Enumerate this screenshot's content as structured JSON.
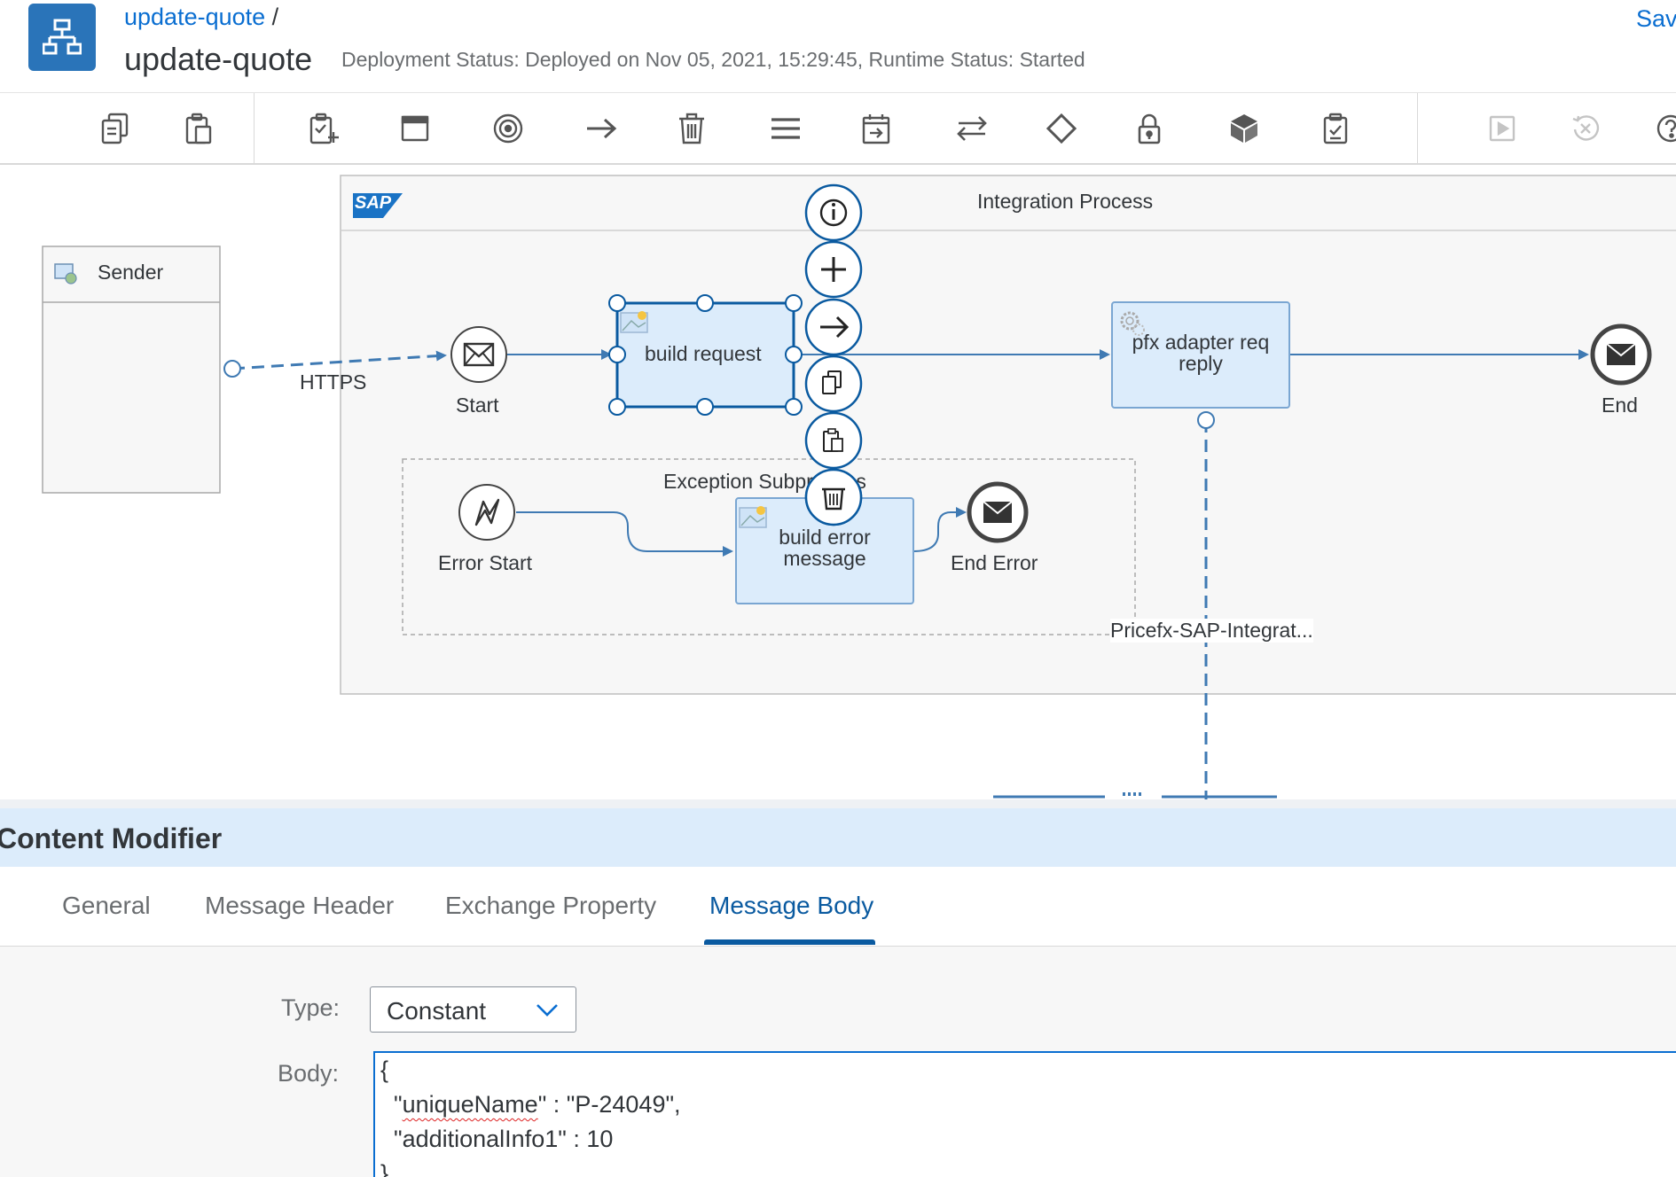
{
  "header": {
    "breadcrumb_link": "update-quote",
    "breadcrumb_sep": " /",
    "title": "update-quote",
    "deployment_status": "Deployment Status: Deployed on Nov 05, 2021, 15:29:45, Runtime Status: Started",
    "save_label": "Sav"
  },
  "toolbar": {
    "icons": [
      "copy-icon",
      "paste-icon",
      "add-task-icon",
      "window-icon",
      "target-icon",
      "arrow-right-icon",
      "delete-icon",
      "menu-icon",
      "calendar-icon",
      "swap-icon",
      "diamond-icon",
      "lock-icon",
      "cube-icon",
      "clipboard-check-icon",
      "run-icon",
      "undo-icon",
      "help-icon"
    ]
  },
  "diagram": {
    "sender_label": "Sender",
    "https_label": "HTTPS",
    "integration_process_label": "Integration Process",
    "start_label": "Start",
    "build_request_label": "build request",
    "pfx_adapter_label": "pfx adapter req reply",
    "end_label": "End",
    "exception_subprocess_label": "Exception Subprocess",
    "error_start_label": "Error Start",
    "build_error_label": "build error message",
    "end_error_label": "End Error",
    "receiver_label": "Pricefx-SAP-Integrat...",
    "sap_logo": "SAP"
  },
  "panel": {
    "title": "Content Modifier",
    "tabs": [
      "General",
      "Message Header",
      "Exchange Property",
      "Message Body"
    ],
    "active_tab": "Message Body",
    "type_label": "Type:",
    "type_value": "Constant",
    "body_label": "Body:",
    "body_lines": [
      "{",
      "  \"uniqueName\" : \"P-24049\",",
      "  \"additionalInfo1\" : 10",
      "}"
    ],
    "body_key1": "uniqueName",
    "body_line2_prefix": "  \"",
    "body_line2_suffix": "\" : \"P-24049\","
  },
  "colors": {
    "accent": "#0a6ed1",
    "app_icon": "#2a74b9",
    "step_fill": "#dcecfb",
    "panel_header": "#dcecfb",
    "flow_line": "#3f7ab3"
  }
}
